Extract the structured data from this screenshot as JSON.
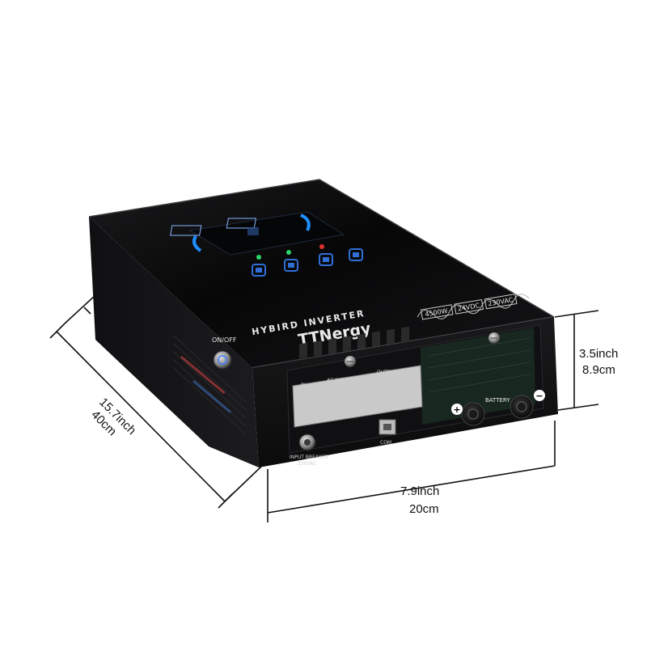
{
  "product": {
    "brand": "TTNergy",
    "model_line": "HYBIRD INVERTER",
    "ratings": [
      "4500W",
      "24VDC",
      "230VAC"
    ],
    "switch_label": "ON/OFF",
    "breaker_label_1": "INPUT BREAKER",
    "breaker_label_2": "230VAC",
    "com_label": "COM",
    "battery_label": "BATTERY",
    "battery_plus": "+",
    "battery_minus": "−",
    "terminal_group_labels": [
      "PV",
      "AC INPUT",
      "OUTPUT"
    ]
  },
  "dimensions": {
    "depth_inch": "15.7inch",
    "depth_cm": "40cm",
    "width_inch": "7.9inch",
    "width_cm": "20cm",
    "height_inch": "3.5inch",
    "height_cm": "8.9cm"
  },
  "colors": {
    "body": "#0c0c0c",
    "lcd_blue": "#1e8fff",
    "touch_button": "#2f6fd6",
    "dimension_ink": "#111111"
  }
}
